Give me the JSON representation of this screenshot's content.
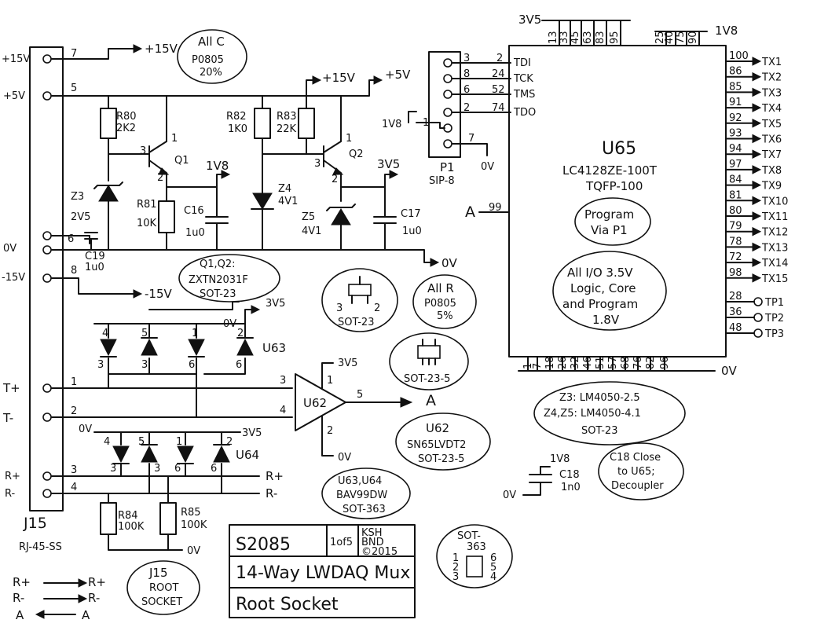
{
  "left_labels": {
    "p15": "+15V",
    "p5": "+5V",
    "zero": "0V",
    "m15": "-15V",
    "tp": "T+",
    "tm": "T-",
    "rp": "R+",
    "rm": "R-"
  },
  "j15": {
    "name": "J15",
    "type": "RJ-45-SS",
    "pins": [
      "7",
      "5",
      "6",
      "8",
      "1",
      "2",
      "3",
      "4"
    ]
  },
  "rails": {
    "p15a": "+15V",
    "p15b": "+15V",
    "p5": "+5V",
    "m15": "-15V",
    "v18": "1V8",
    "v35": "3V5",
    "v35b": "3V5",
    "v35c": "3V5",
    "v35d": "3V5",
    "v35e": "3V5",
    "zero1": "0V",
    "zero2": "0V",
    "zero3": "0V",
    "zero4": "0V",
    "zero5": "0V",
    "zero6": "0V",
    "zero7": "0V",
    "v18b": "1V8",
    "v18c": "1V8"
  },
  "parts": {
    "r80": "R80",
    "r80v": "2K2",
    "r82": "R82",
    "r82v": "1K0",
    "r83": "R83",
    "r83v": "22K",
    "r81": "R81",
    "r81v": "10K",
    "r84": "R84",
    "r84v": "100K",
    "r85": "R85",
    "r85v": "100K",
    "q1": "Q1",
    "q2": "Q2",
    "z3": "Z3",
    "z3v": "2V5",
    "z4": "Z4",
    "z4v": "4V1",
    "z5": "Z5",
    "z5v": "4V1",
    "c16": "C16",
    "c16v": "1u0",
    "c17": "C17",
    "c17v": "1u0",
    "c19": "C19",
    "c19v": "1u0",
    "c18": "C18",
    "c18v": "1n0",
    "u62": "U62",
    "u63": "U63",
    "u64": "U64",
    "a_out": "A",
    "u62_pins": [
      "3",
      "4",
      "1",
      "2",
      "5"
    ],
    "q_pins": [
      "1",
      "2",
      "3"
    ],
    "u63_pins": [
      "4",
      "5",
      "1",
      "2",
      "3",
      "3",
      "6",
      "6"
    ],
    "u64_pins": [
      "4",
      "5",
      "1",
      "2",
      "3",
      "3",
      "6",
      "6"
    ]
  },
  "p1": {
    "name": "P1",
    "type": "SIP-8",
    "pins": [
      "3",
      "8",
      "6",
      "2",
      "1",
      "7"
    ],
    "tgt": [
      "2",
      "24",
      "52",
      "74"
    ],
    "sig": [
      "TDI",
      "TCK",
      "TMS",
      "TDO"
    ]
  },
  "u65": {
    "name": "U65",
    "part": "LC4128ZE-100T",
    "pkg": "TQFP-100",
    "vcc_pins": [
      "13",
      "33",
      "45",
      "63",
      "83",
      "95"
    ],
    "core_pins": [
      "25",
      "40",
      "75",
      "90"
    ],
    "gnd_pins": [
      "1",
      "7",
      "18",
      "26",
      "32",
      "46",
      "51",
      "57",
      "68",
      "76",
      "82",
      "96"
    ],
    "a_pin": "99",
    "a_label": "A",
    "tx_pins": [
      "100",
      "86",
      "85",
      "91",
      "92",
      "93",
      "94",
      "97",
      "84",
      "81",
      "80",
      "79",
      "78",
      "72",
      "98"
    ],
    "tx_names": [
      "TX1",
      "TX2",
      "TX3",
      "TX4",
      "TX5",
      "TX6",
      "TX7",
      "TX8",
      "TX9",
      "TX10",
      "TX11",
      "TX12",
      "TX13",
      "TX14",
      "TX15"
    ],
    "tp_pins": [
      "28",
      "36",
      "48"
    ],
    "tp_names": [
      "TP1",
      "TP2",
      "TP3"
    ]
  },
  "notes": {
    "allc": [
      "All C",
      "P0805",
      "20%"
    ],
    "allr": [
      "All R",
      "P0805",
      "5%"
    ],
    "q12": [
      "Q1,Q2:",
      "ZXTN2031F",
      "SOT-23"
    ],
    "sot23": "SOT-23",
    "sot235": "SOT-23-5",
    "prog": [
      "Program",
      "Via P1"
    ],
    "io": [
      "All I/O 3.5V",
      "Logic, Core",
      "and Program",
      "1.8V"
    ],
    "zener": [
      "Z3: LM4050-2.5",
      "Z4,Z5: LM4050-4.1",
      "SOT-23"
    ],
    "u62": [
      "U62",
      "SN65LVDT2",
      "SOT-23-5"
    ],
    "u6364": [
      "U63,U64",
      "BAV99DW",
      "SOT-363"
    ],
    "c18": [
      "C18 Close",
      "to U65;",
      "Decoupler"
    ],
    "root": [
      "J15",
      "ROOT",
      "SOCKET"
    ],
    "sot363": [
      "SOT-",
      "363"
    ]
  },
  "legend": [
    {
      "from": "R+",
      "to": "R+"
    },
    {
      "from": "R-",
      "to": "R-"
    },
    {
      "from": "A",
      "to": "A"
    }
  ],
  "title_block": {
    "sheet": "S2085",
    "page": "1of5",
    "author": "KSH",
    "org": "BND",
    "year": "©2015",
    "title": "14-Way LWDAQ Mux",
    "subtitle": "Root Socket"
  }
}
